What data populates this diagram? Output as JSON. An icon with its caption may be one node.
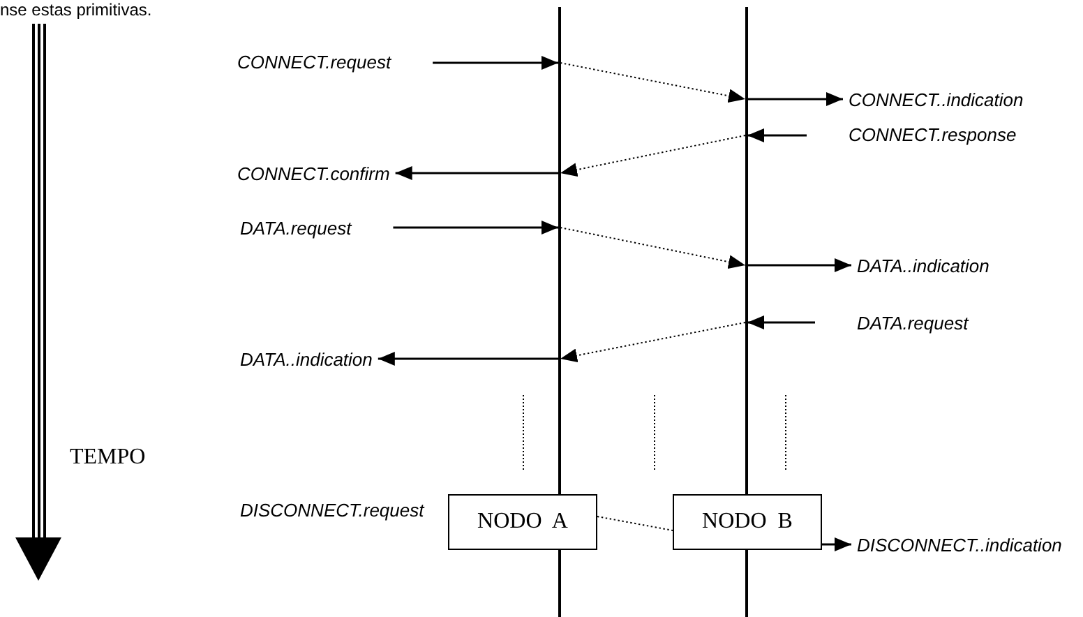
{
  "diagram": {
    "nodes": [
      {
        "text": [],
        "shape": "bar"
      },
      {
        "text": [],
        "shape": "bar"
      },
      {
        "text": [
          "NODO  A"
        ]
      },
      {
        "text": [
          "NODO  B"
        ]
      },
      {
        "text": [
          "CONNECT.request"
        ]
      },
      {
        "text": [
          "CONNECT..indication"
        ]
      },
      {
        "text": [
          "CONNECT.response"
        ]
      },
      {
        "text": [
          "CONNECT.confirm"
        ]
      },
      {
        "text": [
          "DATA.request"
        ]
      },
      {
        "text": [
          "DATA..indication"
        ]
      },
      {
        "text": [
          "DATA.request"
        ]
      },
      {
        "text": [
          "DATA..indication"
        ]
      },
      {
        "text": [
          "DISCONNECT.request"
        ]
      },
      {
        "text": [
          "DISCONNECT..indication"
        ]
      }
    ],
    "edges": [
      {
        "from": 4,
        "to": 0,
        "arrow": "to"
      },
      {
        "from": 0,
        "to": 1,
        "arrow": "to",
        "style": "dashed"
      },
      {
        "from": 1,
        "to": 5,
        "arrow": "to"
      },
      {
        "from": 6,
        "to": 1,
        "arrow": "to"
      },
      {
        "from": 1,
        "to": 0,
        "arrow": "to",
        "style": "dashed"
      },
      {
        "from": 0,
        "to": 7,
        "arrow": "to"
      },
      {
        "from": 8,
        "to": 0,
        "arrow": "to"
      },
      {
        "from": 0,
        "to": 1,
        "arrow": "to",
        "style": "dashed"
      },
      {
        "from": 1,
        "to": 9,
        "arrow": "to"
      },
      {
        "from": 10,
        "to": 1,
        "arrow": "to"
      },
      {
        "from": 1,
        "to": 0,
        "arrow": "to",
        "style": "dashed"
      },
      {
        "from": 0,
        "to": 11,
        "arrow": "to"
      },
      {
        "from": 2,
        "to": 3,
        "arrow": "none",
        "style": "dashed"
      },
      {
        "from": 3,
        "to": 13,
        "arrow": "to"
      }
    ],
    "labels": [
      "nse estas primitivas.",
      "TEMPO"
    ]
  }
}
